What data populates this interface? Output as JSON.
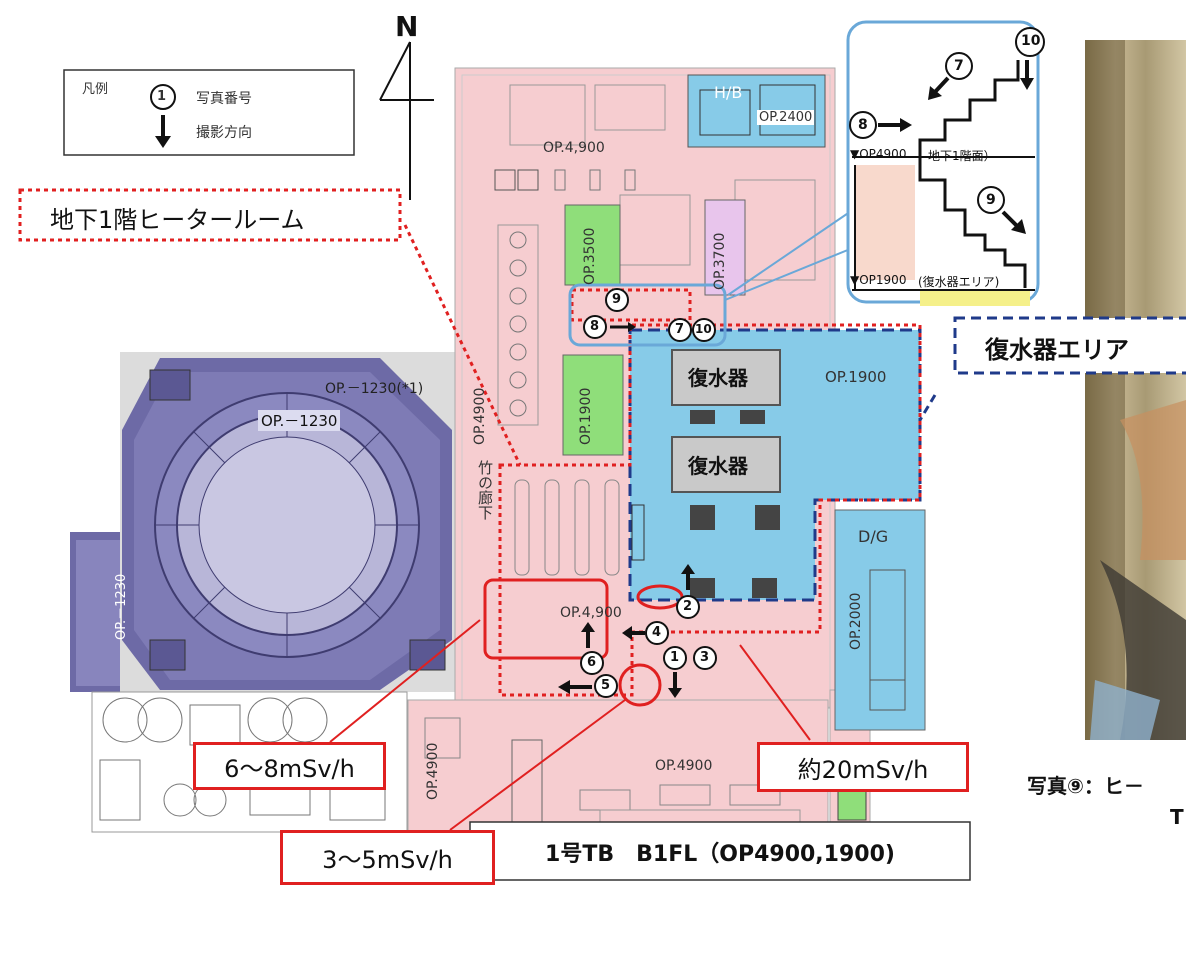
{
  "legend": {
    "title": "凡例",
    "photo_number_label": "写真番号",
    "direction_label": "撮影方向",
    "sample_number": "1"
  },
  "north": "N",
  "heater_room_label": "地下1階ヒータールーム",
  "condenser_area_label": "復水器エリア",
  "floor_labels": {
    "op4900_top": "OP.4,900",
    "op2400": "OP.2400",
    "hb": "H/B",
    "op3500": "OP.3500",
    "op3700": "OP.3700",
    "op1900_green": "OP.1900",
    "op4900_corridor": "OP.4900",
    "op_1230": "OP.－1230",
    "op_1230_star": "OP.－1230(*1)",
    "op_1230_left": "OP.－1230",
    "op4900_mid": "OP.4,900",
    "op1900_blue": "OP.1900",
    "op2000": "OP.2000",
    "dg": "D/G",
    "op4900_bottom": "OP.4900",
    "op4900_bottom_left": "OP.4900",
    "corridor": "竹の廊下",
    "condenser_1": "復水器",
    "condenser_2": "復水器"
  },
  "inset": {
    "op4900": "▼OP4900",
    "b1_surface": "地下1階面）",
    "op1900": "▼OP1900",
    "condenser_area": "(復水器エリア)",
    "markers": [
      "7",
      "8",
      "9",
      "10"
    ]
  },
  "photo_markers": [
    "1",
    "2",
    "3",
    "4",
    "5",
    "6",
    "7",
    "8",
    "9",
    "10"
  ],
  "dose_labels": {
    "d6to8": "6～8mSv/h",
    "d20": "約20mSv/h",
    "d3to5": "3～5mSv/h"
  },
  "photo_caption_line1": "写真⑨：ヒ－",
  "photo_caption_line2": "T",
  "map_title": "1号TB　B1FL（OP4900,1900)",
  "colors": {
    "pink": "#f6cdd0",
    "blue": "#87cbe8",
    "green": "#8fde7a",
    "purple_bg": "#6d6aa6",
    "purple_dark": "#5b5893",
    "lavender": "#e8c5ec",
    "red": "#e02020",
    "navy": "#1f3a8a",
    "inset_border": "#6aa8d8"
  }
}
